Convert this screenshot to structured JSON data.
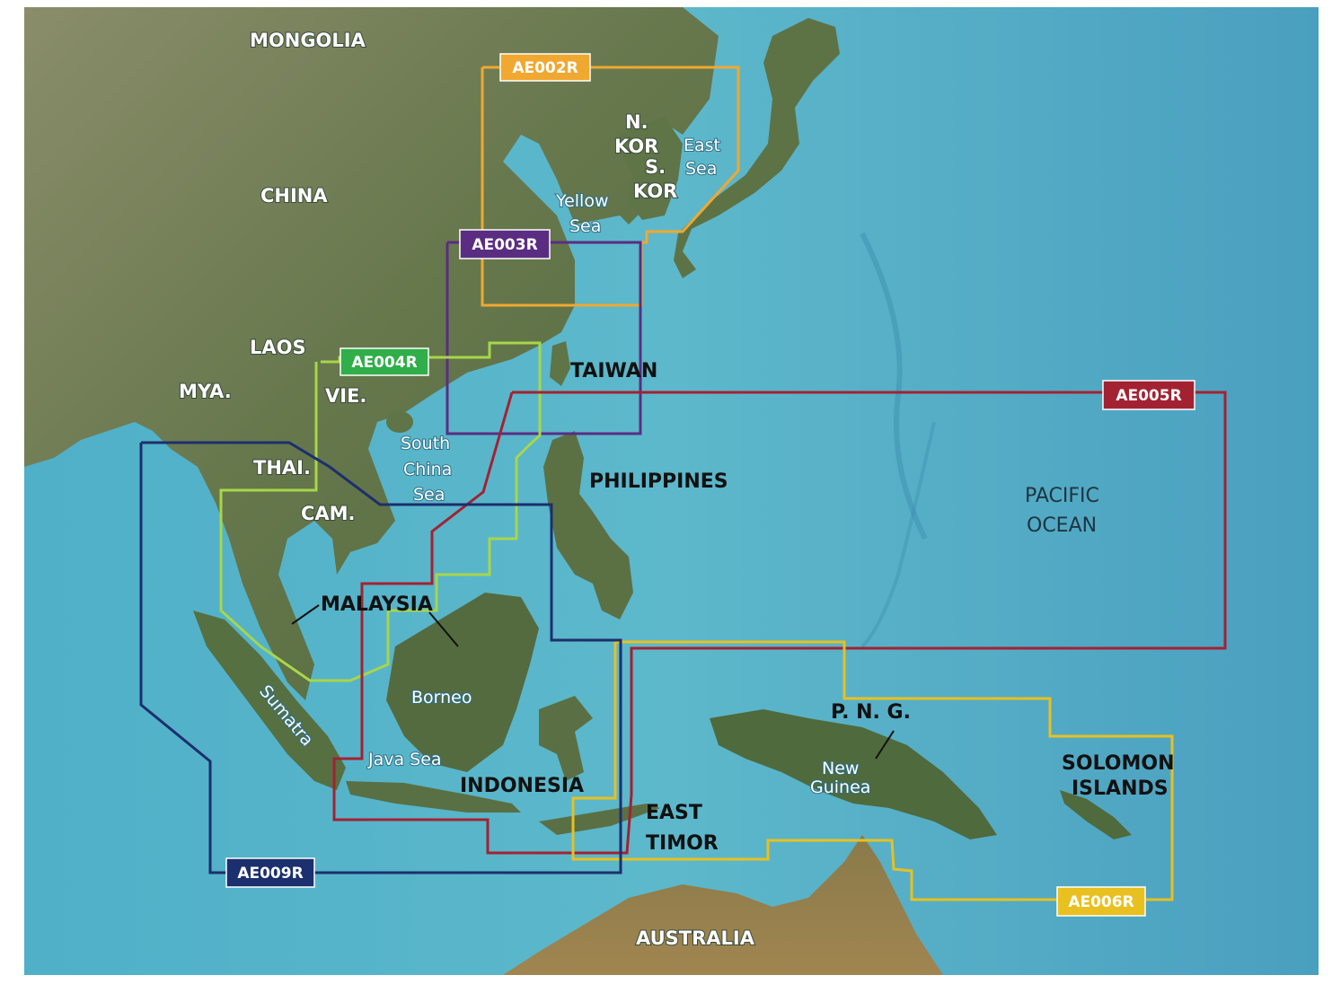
{
  "labels": {
    "mongolia": "MONGOLIA",
    "china": "CHINA",
    "n_kor_1": "N.",
    "n_kor_2": "KOR",
    "s_kor_1": "S.",
    "s_kor_2": "KOR",
    "east_sea_1": "East",
    "east_sea_2": "Sea",
    "yellow_sea_1": "Yellow",
    "yellow_sea_2": "Sea",
    "laos": "LAOS",
    "mya": "MYA.",
    "vie": "VIE.",
    "thai": "THAI.",
    "cam": "CAM.",
    "taiwan": "TAIWAN",
    "south_china_sea_1": "South",
    "south_china_sea_2": "China",
    "south_china_sea_3": "Sea",
    "philippines": "PHILIPPINES",
    "pacific_1": "PACIFIC",
    "pacific_2": "OCEAN",
    "malaysia": "MALAYSIA",
    "borneo": "Borneo",
    "sumatra": "Sumatra",
    "java_sea": "Java Sea",
    "indonesia": "INDONESIA",
    "east_timor_1": "EAST",
    "east_timor_2": "TIMOR",
    "png": "P. N. G.",
    "new_guinea_1": "New",
    "new_guinea_2": "Guinea",
    "solomon_1": "SOLOMON",
    "solomon_2": "ISLANDS",
    "australia": "AUSTRALIA"
  },
  "regions": [
    {
      "code": "AE002R",
      "color": "#f0a830"
    },
    {
      "code": "AE003R",
      "color": "#5a2d82"
    },
    {
      "code": "AE004R",
      "color": "#2fae49"
    },
    {
      "code": "AE005R",
      "color": "#a32232"
    },
    {
      "code": "AE006R",
      "color": "#e8c020"
    },
    {
      "code": "AE009R",
      "color": "#1c2f6e"
    }
  ],
  "colors": {
    "ocean": "#5fb3c9",
    "land": "#6f7d55",
    "ae004_line": "#a8d64a",
    "ae009_line": "#1c2f6e"
  }
}
